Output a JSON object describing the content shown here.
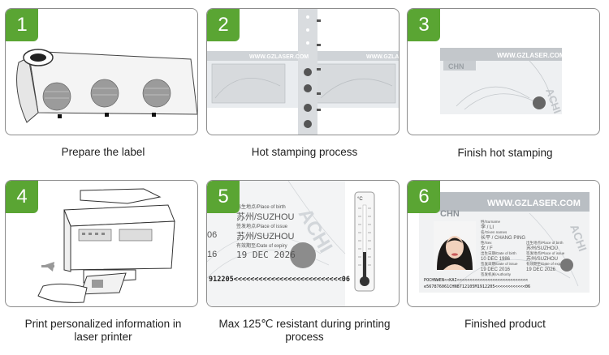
{
  "steps": [
    {
      "number": "1",
      "caption": "Prepare the label"
    },
    {
      "number": "2",
      "caption": "Hot stamping process",
      "web_text": "WWW.GZLASER.COM"
    },
    {
      "number": "3",
      "caption": "Finish hot stamping",
      "web_text": "WWW.GZLASER.COM",
      "chn": "CHN",
      "side_text": "ACHI"
    },
    {
      "number": "4",
      "caption_line1": "Print personalized information in",
      "caption_line2": "laser printer"
    },
    {
      "number": "5",
      "caption_line1": "Max 125℃ resistant during printing",
      "caption_line2": "process",
      "id_lines": [
        "出生地点/Place of birth",
        "苏州/SUZHOU",
        "签发地点/Place of issue",
        "苏州/SUZHOU",
        "有效期至/Date of expiry",
        "19 DEC 2026"
      ],
      "side_nums": [
        "06",
        "16"
      ],
      "mrz": "912205<<<<<<<<<<<<<<<<<<<<<<<<<<06",
      "thermo_unit": "°C",
      "side_text": "ACHI"
    },
    {
      "number": "6",
      "caption": "Finished product",
      "web_text": "WWW.GZLASER.COM",
      "chn": "CHN",
      "side_text": "ACHI",
      "id_lines": [
        "姓/Surname",
        "李 / LI",
        "名/Given names",
        "长平 / CHANG PING",
        "性/Sex",
        "女 / F",
        "出生日期/Date of birth",
        "10 DEC 1986",
        "签发日期/Date of issue",
        "19 DEC 2016",
        "签发机关/Authority"
      ],
      "right_lines": [
        "出生地点/Place of birth",
        "苏州/SUZHOU",
        "签发地点/Place of issue",
        "苏州/SUZHOU",
        "有效期至/Date of expiry",
        "19 DEC 2026"
      ],
      "mrz1": "POCHNWEN<<KAI<<<<<<<<<<<<<<<<<<<<<<<<<<<<",
      "mrz2": "e567876061CHN8712105M1912205<<<<<<<<<<<<06"
    }
  ],
  "colors": {
    "badge": "#5aa533",
    "border": "#8c8c8c",
    "hologram": "#b9bec3"
  }
}
